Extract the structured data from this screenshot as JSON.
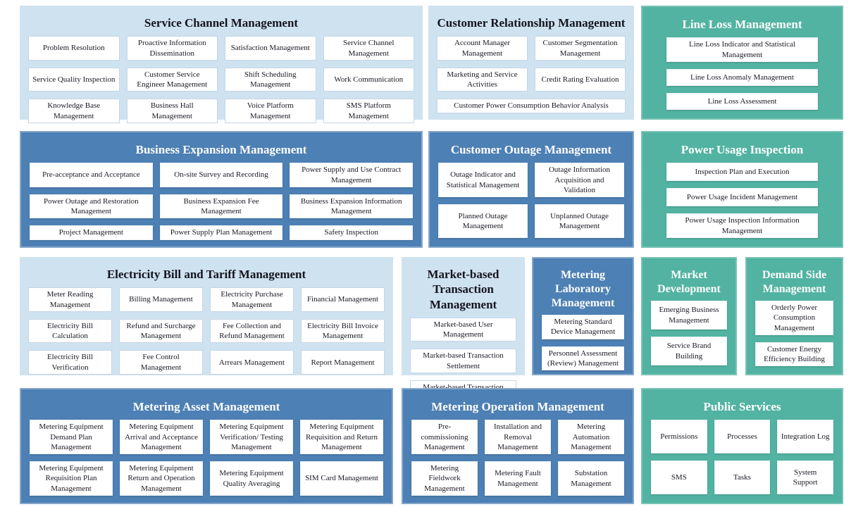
{
  "colors": {
    "light_panel_bg": "#cfe2f0",
    "blue_panel_bg": "#4d80b4",
    "teal_panel_bg": "#52b3a2",
    "button_bg": "#ffffff",
    "title_dark": "#14141e",
    "title_light": "#ffffff"
  },
  "panels": [
    {
      "title": "Service Channel Management",
      "theme": "light",
      "rows": [
        [
          "Problem Resolution",
          "Proactive Information Dissemination",
          "Satisfaction Management",
          "Service Channel Management"
        ],
        [
          "Service Quality Inspection",
          "Customer Service Engineer Management",
          "Shift Scheduling Management",
          "Work Communication"
        ],
        [
          "Knowledge Base Management",
          "Business Hall Management",
          "Voice Platform Management",
          "SMS Platform Management"
        ]
      ]
    },
    {
      "title": "Customer Relationship Management",
      "theme": "light",
      "rows": [
        [
          "Account Manager Management",
          "Customer Segmentation Management"
        ],
        [
          "Marketing and Service Activities",
          "Credit Rating Evaluation"
        ],
        [
          "Customer Power Consumption Behavior Analysis"
        ]
      ]
    },
    {
      "title": "Line Loss Management",
      "theme": "teal",
      "rows": [
        [
          "Line Loss Indicator and Statistical Management"
        ],
        [
          "Line Loss Anomaly Management"
        ],
        [
          "Line Loss Assessment"
        ]
      ]
    },
    {
      "title": "Business Expansion Management",
      "theme": "blue",
      "rows": [
        [
          "Pre-acceptance and Acceptance",
          "On-site Survey and Recording",
          "Power Supply and Use Contract Management"
        ],
        [
          "Power Outage and Restoration Management",
          "Business Expansion Fee Management",
          "Business Expansion Information Management"
        ],
        [
          "Project Management",
          "Power Supply Plan Management",
          "Safety Inspection"
        ]
      ]
    },
    {
      "title": "Customer Outage Management",
      "theme": "blue",
      "rows": [
        [
          "Outage Indicator and Statistical Management",
          "Outage Information Acquisition and Validation"
        ],
        [
          "Planned Outage Management",
          "Unplanned Outage Management"
        ]
      ]
    },
    {
      "title": "Power Usage Inspection",
      "theme": "teal",
      "rows": [
        [
          "Inspection Plan and Execution"
        ],
        [
          "Power Usage Incident Management"
        ],
        [
          "Power Usage Inspection Information Management"
        ]
      ]
    },
    {
      "title": "Electricity Bill and Tariff Management",
      "theme": "light",
      "rows": [
        [
          "Meter Reading Management",
          "Billing Management",
          "Electricity Purchase Management",
          "Financial Management"
        ],
        [
          "Electricity Bill Calculation",
          "Refund and Surcharge Management",
          "Fee Collection and Refund Management",
          "Electricity Bill Invoice Management"
        ],
        [
          "Electricity Bill Verification",
          "Fee Control Management",
          "Arrears Management",
          "Report Management"
        ]
      ]
    },
    {
      "title": "Market-based Transaction Management",
      "theme": "light",
      "rows": [
        [
          "Market-based User Management"
        ],
        [
          "Market-based Transaction Settlement"
        ],
        [
          "Market-based Transaction Refund and Surcharge"
        ]
      ]
    },
    {
      "title": "Metering Laboratory Management",
      "theme": "blue",
      "rows": [
        [
          "Metering Standard Device Management"
        ],
        [
          "Personnel Assessment (Review) Management"
        ]
      ]
    },
    {
      "title": "Market Development",
      "theme": "teal",
      "rows": [
        [
          "Emerging Business Management"
        ],
        [
          "Service Brand Building"
        ]
      ]
    },
    {
      "title": "Demand Side Management",
      "theme": "teal",
      "rows": [
        [
          "Orderly Power Consumption Management"
        ],
        [
          "Customer Energy Efficiency Building"
        ]
      ]
    },
    {
      "title": "Metering Asset Management",
      "theme": "blue",
      "rows": [
        [
          "Metering Equipment Demand Plan Management",
          "Metering Equipment Arrival and Acceptance Management",
          "Metering Equipment Verification/ Testing Management",
          "Metering Equipment Requisition and Return Management"
        ],
        [
          "Metering Equipment Requisition Plan Management",
          "Metering Equipment Return and Operation Management",
          "Metering Equipment Quality Averaging",
          "SIM Card Management"
        ]
      ]
    },
    {
      "title": "Metering Operation Management",
      "theme": "blue",
      "rows": [
        [
          "Pre-commissioning Management",
          "Installation and Removal Management",
          "Metering Automation Management"
        ],
        [
          "Metering Fieldwork Management",
          "Metering Fault Management",
          "Substation Management"
        ]
      ]
    },
    {
      "title": "Public Services",
      "theme": "teal",
      "rows": [
        [
          "Permissions",
          "Processes",
          "Integration Log"
        ],
        [
          "SMS",
          "Tasks",
          "System Support"
        ]
      ]
    }
  ]
}
